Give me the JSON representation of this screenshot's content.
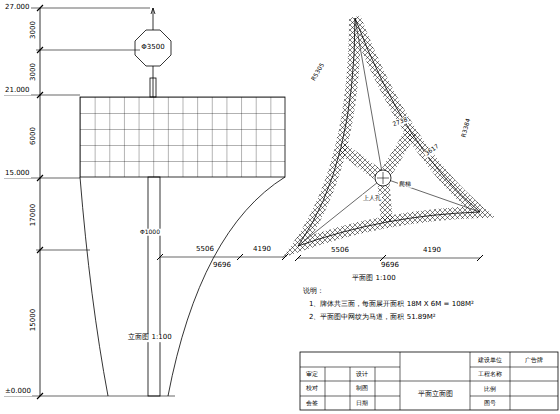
{
  "diagram": {
    "labels": [
      "27.000",
      "21.000",
      "15.000",
      "±0.000",
      "3000",
      "3000",
      "6000",
      "17000",
      "15000",
      "Φ3500",
      "Φ1000",
      "5506",
      "4190",
      "9696",
      "立面图 1:100",
      "R5305",
      "2738",
      "3617",
      "R3384",
      "爬梯",
      "上人孔",
      "5506",
      "4190",
      "9696",
      "平面图 1:100",
      "说明：",
      "1、牌体共三面，每面展开面积 18M X 6M = 108M²",
      "2、平面图中网纹为马道，面积 51.89M²",
      "审定",
      "校对",
      "会签",
      "设计",
      "制图",
      "日期",
      "平面立面图",
      "建设单位",
      "广告牌",
      "工程名称",
      "图号",
      "比例"
    ]
  }
}
